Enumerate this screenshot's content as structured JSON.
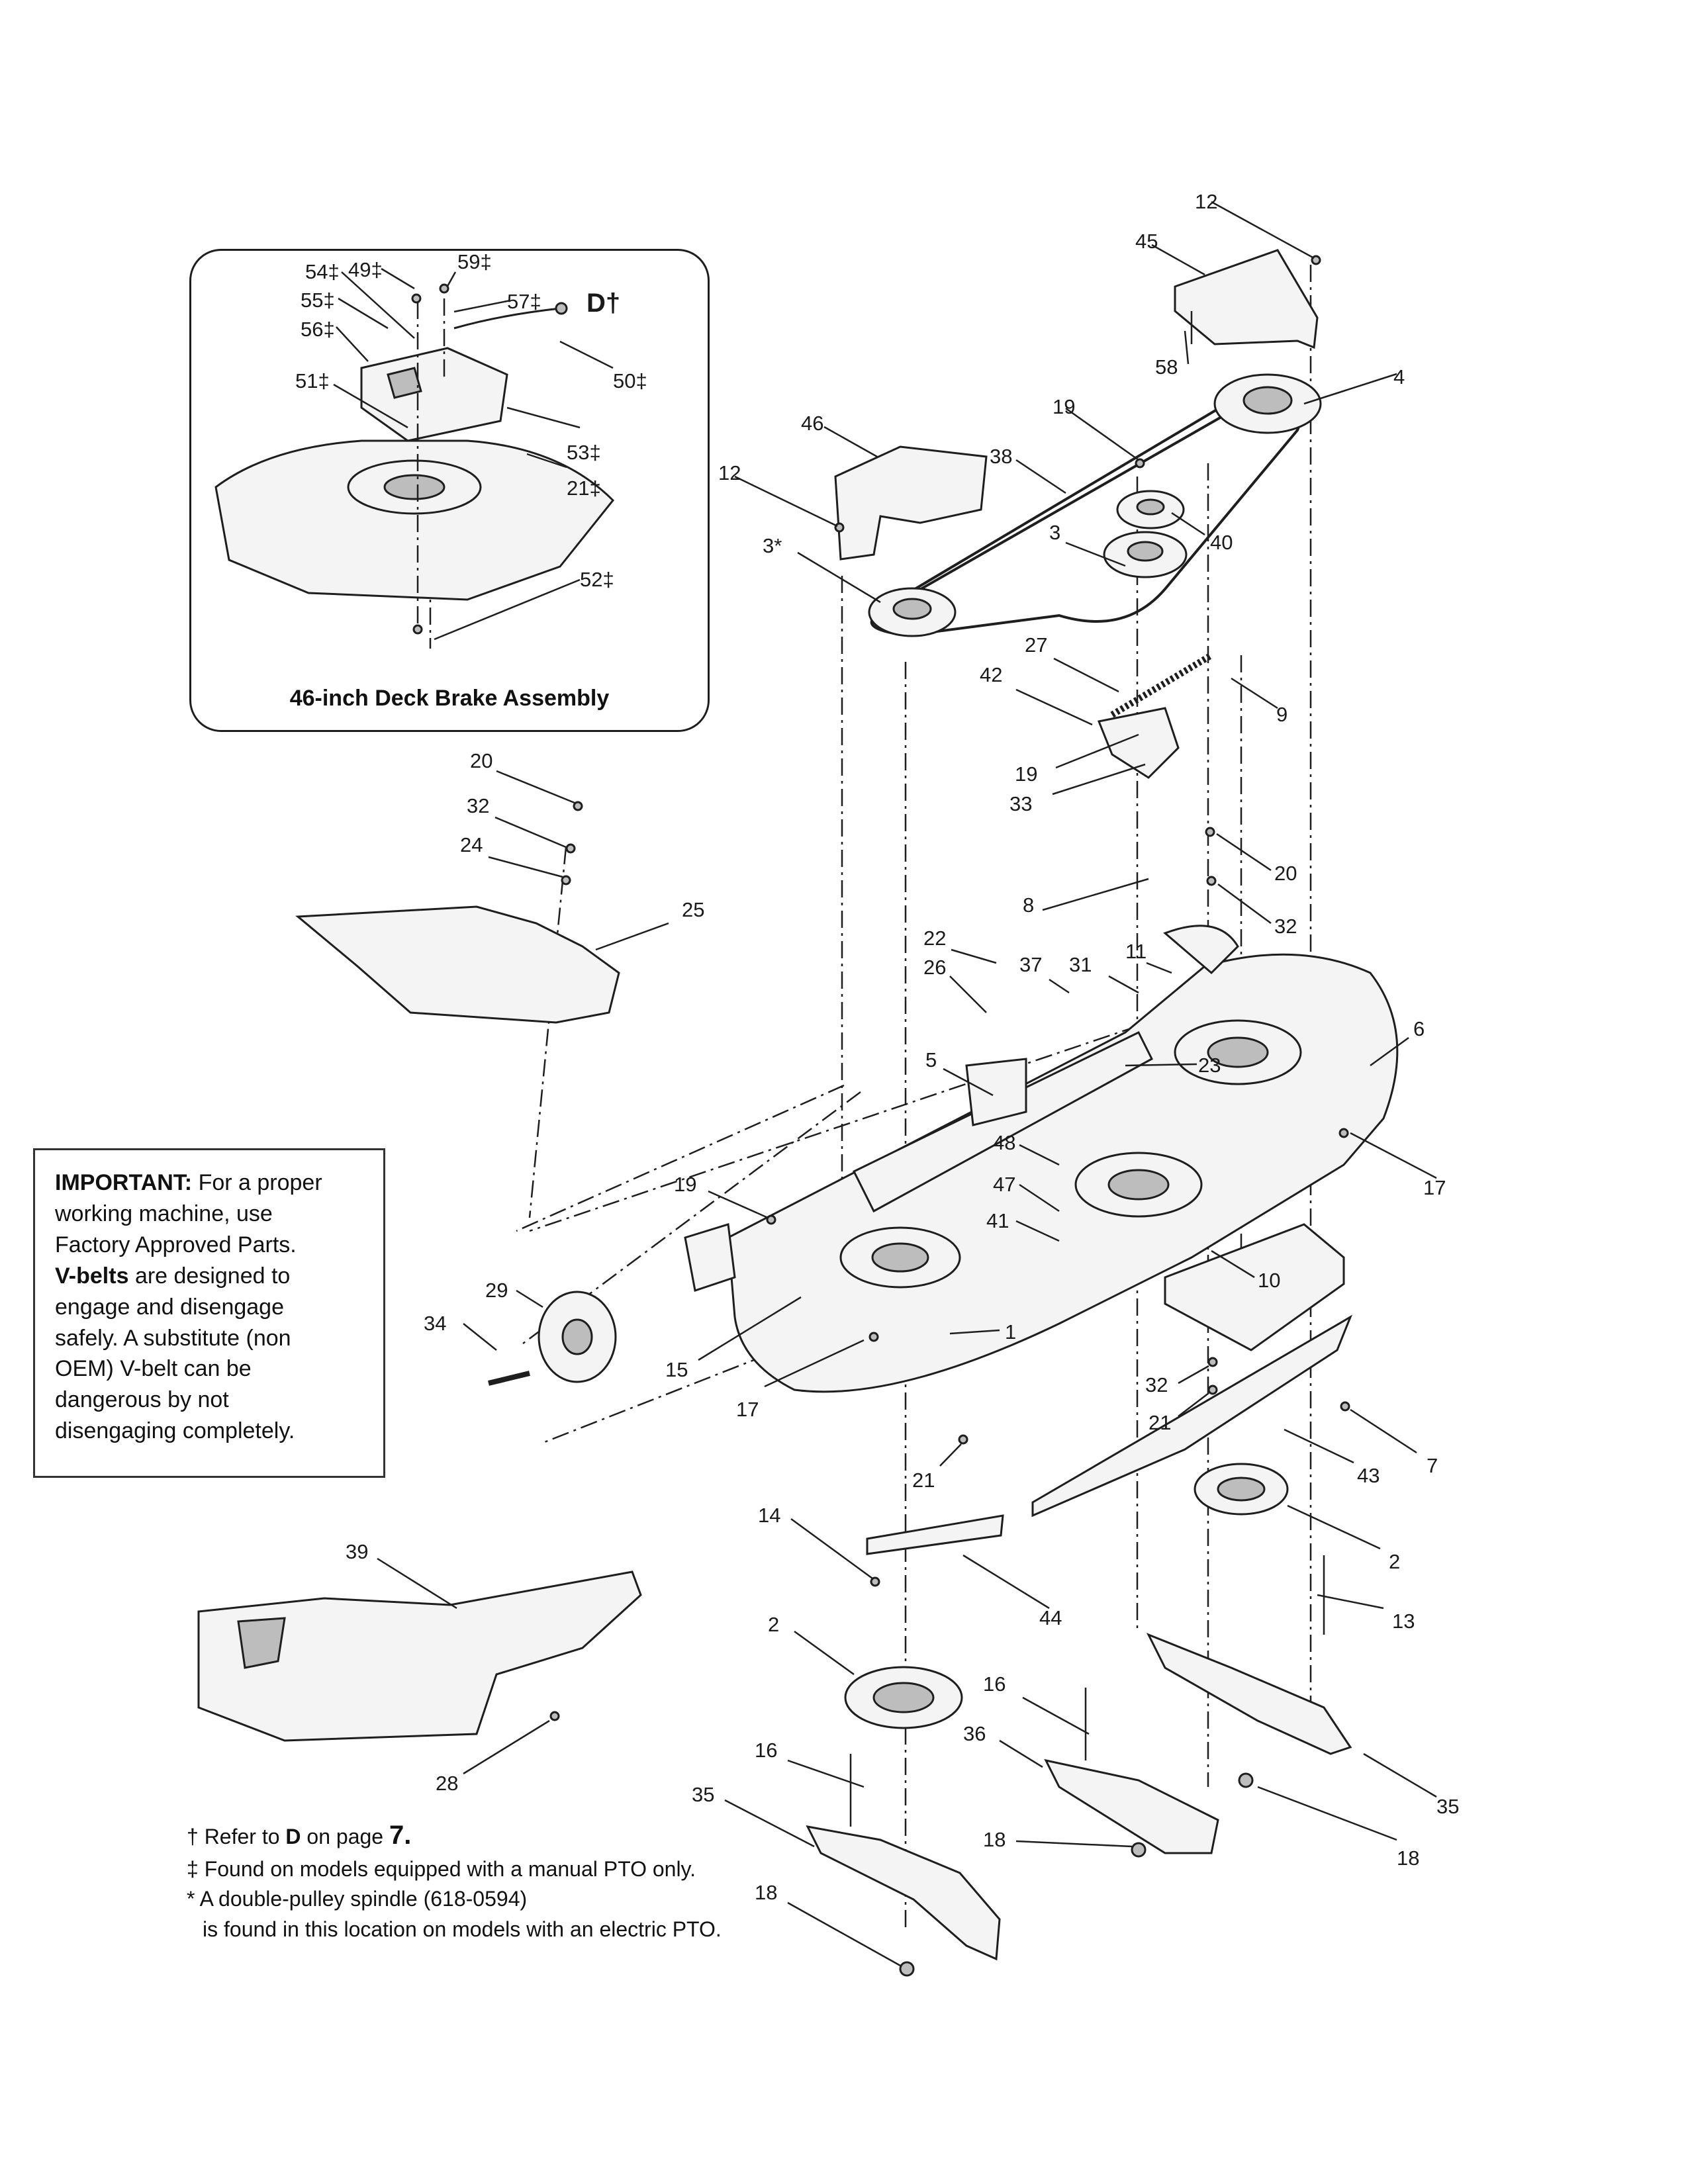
{
  "inset": {
    "caption": "46-inch Deck Brake Assembly",
    "callouts": [
      "54‡",
      "49‡",
      "59‡",
      "57‡",
      "D†",
      "55‡",
      "56‡",
      "50‡",
      "51‡",
      "53‡",
      "21‡",
      "52‡"
    ]
  },
  "callouts": {
    "c12a": "12",
    "c45": "45",
    "c58": "58",
    "c4": "4",
    "c19a": "19",
    "c46": "46",
    "c38": "38",
    "c12b": "12",
    "c40": "40",
    "c3": "3",
    "c3s": "3*",
    "c27": "27",
    "c42": "42",
    "c9": "9",
    "c19b": "19",
    "c33": "33",
    "c20a": "20",
    "c32a": "32",
    "c24": "24",
    "c25": "25",
    "c20b": "20",
    "c32b": "32",
    "c8": "8",
    "c22": "22",
    "c26": "26",
    "c37": "37",
    "c31": "31",
    "c11": "11",
    "c6": "6",
    "c5": "5",
    "c23": "23",
    "c17a": "17",
    "c48": "48",
    "c47": "47",
    "c19c": "19",
    "c41": "41",
    "c10": "10",
    "c29": "29",
    "c34": "34",
    "c15": "15",
    "c1": "1",
    "c17b": "17",
    "c32c": "32",
    "c21a": "21",
    "c7": "7",
    "c43": "43",
    "c21b": "21",
    "c14": "14",
    "c2a": "2",
    "c39": "39",
    "c44": "44",
    "c13": "13",
    "c2b": "2",
    "c16a": "16",
    "c16b": "16",
    "c36": "36",
    "c35a": "35",
    "c35b": "35",
    "c18a": "18",
    "c18b": "18",
    "c18c": "18",
    "c28": "28"
  },
  "notice": {
    "important_label": "IMPORTANT:",
    "line1_rest": "For a proper",
    "line2": "working machine, use",
    "line3": "Factory Approved Parts.",
    "vbelts_label": "V-belts",
    "line4_rest": "are designed to",
    "line5": "engage and disengage",
    "line6": "safely. A substitute (non",
    "line7": "OEM) V-belt can be",
    "line8": "dangerous by not",
    "line9": "disengaging completely."
  },
  "notes": {
    "n1_prefix": "† Refer to",
    "n1_ref": "D",
    "n1_mid": "on page",
    "n1_page": "7.",
    "n2": "‡ Found on models equipped with a manual PTO only.",
    "n3": "* A double-pulley spindle (618-0594)",
    "n3b": "is found in this location on models with an electric PTO."
  }
}
